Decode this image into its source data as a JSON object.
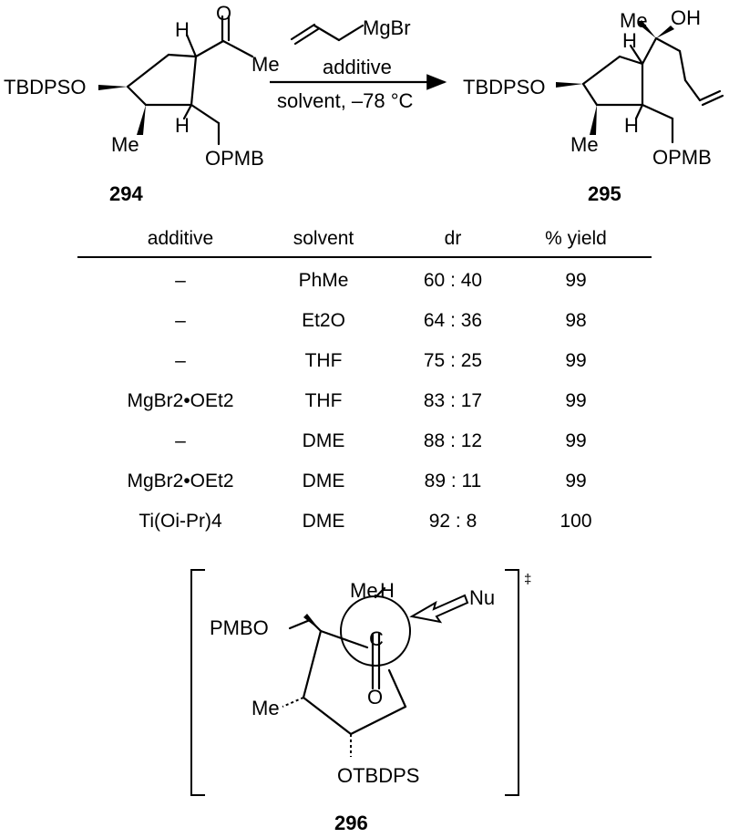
{
  "scheme": {
    "reagent": "MgBr",
    "conditions": [
      "additive",
      "solvent, –78 °C"
    ],
    "compounds": {
      "start": {
        "number": "294",
        "labels": {
          "tbdpso": "TBDPSO",
          "me_ring": "Me",
          "me_ketone": "Me",
          "o_ketone": "O",
          "h_top": "H",
          "h_bottom": "H",
          "opmb": "OPMB"
        }
      },
      "product": {
        "number": "295",
        "labels": {
          "tbdpso": "TBDPSO",
          "me_ring": "Me",
          "me_top": "Me",
          "oh": "OH",
          "h_top": "H",
          "h_bottom": "H",
          "opmb": "OPMB"
        }
      },
      "ts": {
        "number": "296",
        "dagger": "‡",
        "labels": {
          "pmbo": "PMBO",
          "me_left": "Me",
          "me_top": "Me",
          "h": "H",
          "nu": "Nu",
          "c": "C",
          "o": "O",
          "otbdps": "OTBDPS"
        }
      }
    }
  },
  "table": {
    "headers": {
      "additive": "additive",
      "solvent": "solvent",
      "dr": "dr",
      "yield": "% yield"
    },
    "rows": [
      {
        "additive": "–",
        "solvent": "PhMe",
        "dr": "60 : 40",
        "yield": "99"
      },
      {
        "additive": "–",
        "solvent": "Et2O",
        "dr": "64 : 36",
        "yield": "98"
      },
      {
        "additive": "–",
        "solvent": "THF",
        "dr": "75 : 25",
        "yield": "99"
      },
      {
        "additive": "MgBr2•OEt2",
        "solvent": "THF",
        "dr": "83 : 17",
        "yield": "99"
      },
      {
        "additive": "–",
        "solvent": "DME",
        "dr": "88 : 12",
        "yield": "99"
      },
      {
        "additive": "MgBr2•OEt2",
        "solvent": "DME",
        "dr": "89 : 11",
        "yield": "99"
      },
      {
        "additive": "Ti(Oi-Pr)4",
        "solvent": "DME",
        "dr": "92 : 8",
        "yield": "100"
      }
    ]
  }
}
